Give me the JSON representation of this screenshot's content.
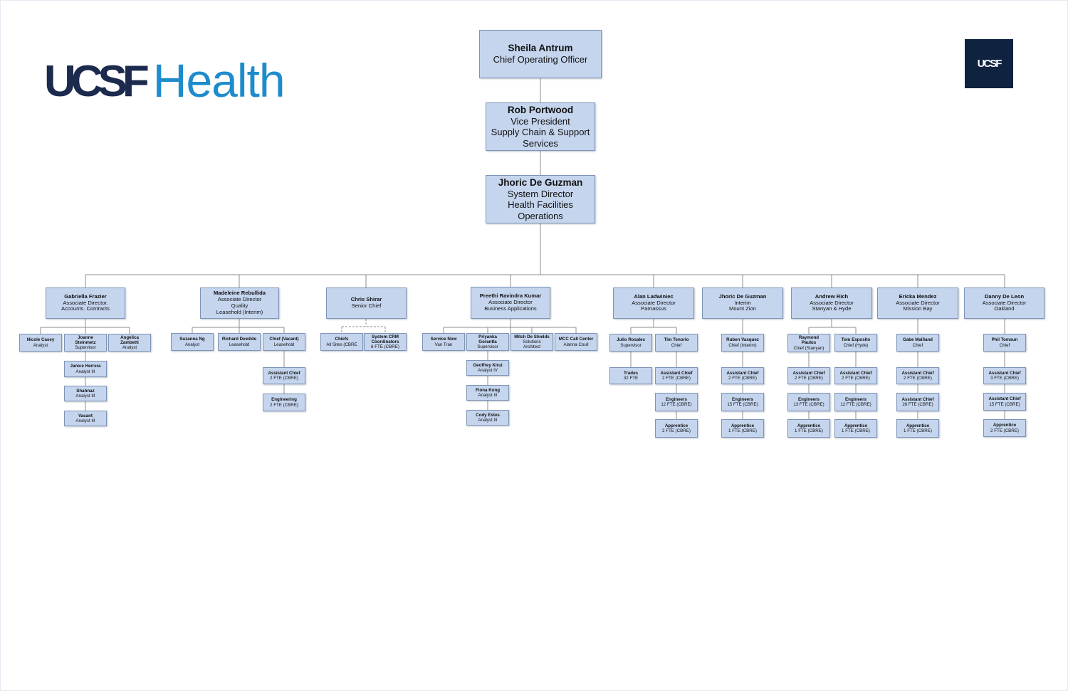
{
  "logo_left": {
    "part1": "UCSF",
    "part2": "Health"
  },
  "logo_right": {
    "text": "UCSF"
  },
  "colors": {
    "box_fill": "#c5d5ee",
    "box_border": "#7f95b6",
    "line": "#8c8c8c",
    "brand_navy": "#1b2a4d",
    "brand_blue": "#1e8ccc"
  },
  "nodes": {
    "coo": {
      "name": "Sheila Antrum",
      "title": "Chief Operating Officer"
    },
    "vp": {
      "name": "Rob Portwood",
      "title": "Vice President\nSupply Chain & Support\nServices"
    },
    "dir": {
      "name": "Jhoric De Guzman",
      "title": "System Director\nHealth Facilities\nOperations"
    },
    "frazier": {
      "name": "Gabriella Frazier",
      "title": "Associate Director.\nAccounts. Contracts"
    },
    "rebullida": {
      "name": "Madeleine Rebullida",
      "title": "Associate Director\nQuality\nLeasehold (Interim)"
    },
    "shirar": {
      "name": "Chris Shirar",
      "title": "Senior Chief"
    },
    "kumar": {
      "name": "Preethi Ravindra Kumar",
      "title": "Associate Director\nBusiness Applications"
    },
    "ladwiniec": {
      "name": "Alan Ladwiniec",
      "title": "Associate Director\nParnassus"
    },
    "deguzman2": {
      "name": "Jhoric De Guzman",
      "title": "Interim\nMount Zion"
    },
    "rich": {
      "name": "Andrew Rich",
      "title": "Associate Director\nStanyan & Hyde"
    },
    "mendez": {
      "name": "Ericka Mendez",
      "title": "Associate Director\nMission Bay"
    },
    "deleon": {
      "name": "Danny De Leon",
      "title": "Associate Director\nOakland"
    },
    "casey": {
      "name": "Nicole Casey",
      "title": "Analyst"
    },
    "steinmetz": {
      "name": "Joanne\nSteinmetz",
      "title": "Supervisor"
    },
    "zambetti": {
      "name": "Angelica\nZambetti",
      "title": "Analyst"
    },
    "herrera": {
      "name": "Janice Herrera",
      "title": "Analyst III"
    },
    "shahnaz": {
      "name": "Shahnaz",
      "title": "Analyst III"
    },
    "vacant1": {
      "name": "Vacant",
      "title": "Analyst III"
    },
    "ng": {
      "name": "Suzanna Ng",
      "title": "Analyst"
    },
    "dewilde": {
      "name": "Richard Dewilde",
      "title": "Leasehold"
    },
    "chiefvac": {
      "name": "Chief (Vacant)",
      "title": "Leasehold"
    },
    "reb_ac": {
      "name": "Assistant Chief",
      "title": "2 FTE (CBRE)"
    },
    "reb_eng": {
      "name": "Engineering",
      "title": "2 FTE (CBRE)"
    },
    "chiefs": {
      "name": "Chiefs",
      "title": "All Sites (CBRE"
    },
    "crm": {
      "name": "System CRM\nCoordinators",
      "title": "6 FTE (CBRE)"
    },
    "servicenow": {
      "name": "Service Now",
      "title": "Van Tran"
    },
    "gorantla": {
      "name": "Priyanka\nGorantla",
      "title": "Supervisor"
    },
    "deshields": {
      "name": "Mitch De Shields",
      "title": "Solutions\nArchitect"
    },
    "mcc": {
      "name": "MCC Call Center",
      "title": "Alanna Coull"
    },
    "kirui": {
      "name": "Geoffrey Kirui",
      "title": "Analyst IV"
    },
    "kong": {
      "name": "Fiona Kong",
      "title": "Analyst III"
    },
    "estes": {
      "name": "Cody Estes",
      "title": "Analyst III"
    },
    "rosales": {
      "name": "Julio Rosales",
      "title": "Supervisor"
    },
    "tenorio": {
      "name": "Tim Tenorio",
      "title": "Chief"
    },
    "trades": {
      "name": "Trades",
      "title": "32 FTE"
    },
    "par_ac": {
      "name": "Assistant Chief",
      "title": "2 FTE (CBRE)"
    },
    "par_eng": {
      "name": "Engineers",
      "title": "12 FTE (CBRE)"
    },
    "par_app": {
      "name": "Apprentice",
      "title": "2 FTE (CBRE)"
    },
    "vasquez": {
      "name": "Ruben Vasquez",
      "title": "Chief (Interim)"
    },
    "mz_ac": {
      "name": "Assistant Chief",
      "title": "2 FTE (CBRE)"
    },
    "mz_eng": {
      "name": "Engineers",
      "title": "15 FTE (CBRE)"
    },
    "mz_app": {
      "name": "Apprentice",
      "title": "1 FTE (CBRE)"
    },
    "paulus": {
      "name": "Raymond\nPaulus",
      "title": "Chief (Stanyan)"
    },
    "esposito": {
      "name": "Tom Esposito",
      "title": "Chief (Hyde)"
    },
    "st_ac": {
      "name": "Assistant Chief",
      "title": "2 FTE (CBRE)"
    },
    "st_eng": {
      "name": "Engineers",
      "title": "13 FTE (CBRE)"
    },
    "st_app": {
      "name": "Apprentice",
      "title": "1 FTE (CBRE)"
    },
    "hy_ac": {
      "name": "Assistant Chief",
      "title": "2 FTE (CBRE)"
    },
    "hy_eng": {
      "name": "Engineers",
      "title": "12 FTE (CBRE)"
    },
    "hy_app": {
      "name": "Apprentice",
      "title": "1 FTE (CBRE)"
    },
    "mailland": {
      "name": "Gabe Mailland",
      "title": "Chief"
    },
    "mb_ac": {
      "name": "Assistant Chief",
      "title": "2 FTE (CBRE)"
    },
    "mb_ac2": {
      "name": "Assistant Chief",
      "title": "26 FTE (CBRE)"
    },
    "mb_app": {
      "name": "Apprentice",
      "title": "1 FTE (CBRE)"
    },
    "tomsun": {
      "name": "Phil Tomsun",
      "title": "Chief"
    },
    "oak_ac": {
      "name": "Assistant Chief",
      "title": "3 FTE (CBRE)"
    },
    "oak_ac2": {
      "name": "Assistant Chief",
      "title": "15 FTE (CBRE)"
    },
    "oak_app": {
      "name": "Apprentice",
      "title": "2 FTE (CBRE)"
    }
  }
}
